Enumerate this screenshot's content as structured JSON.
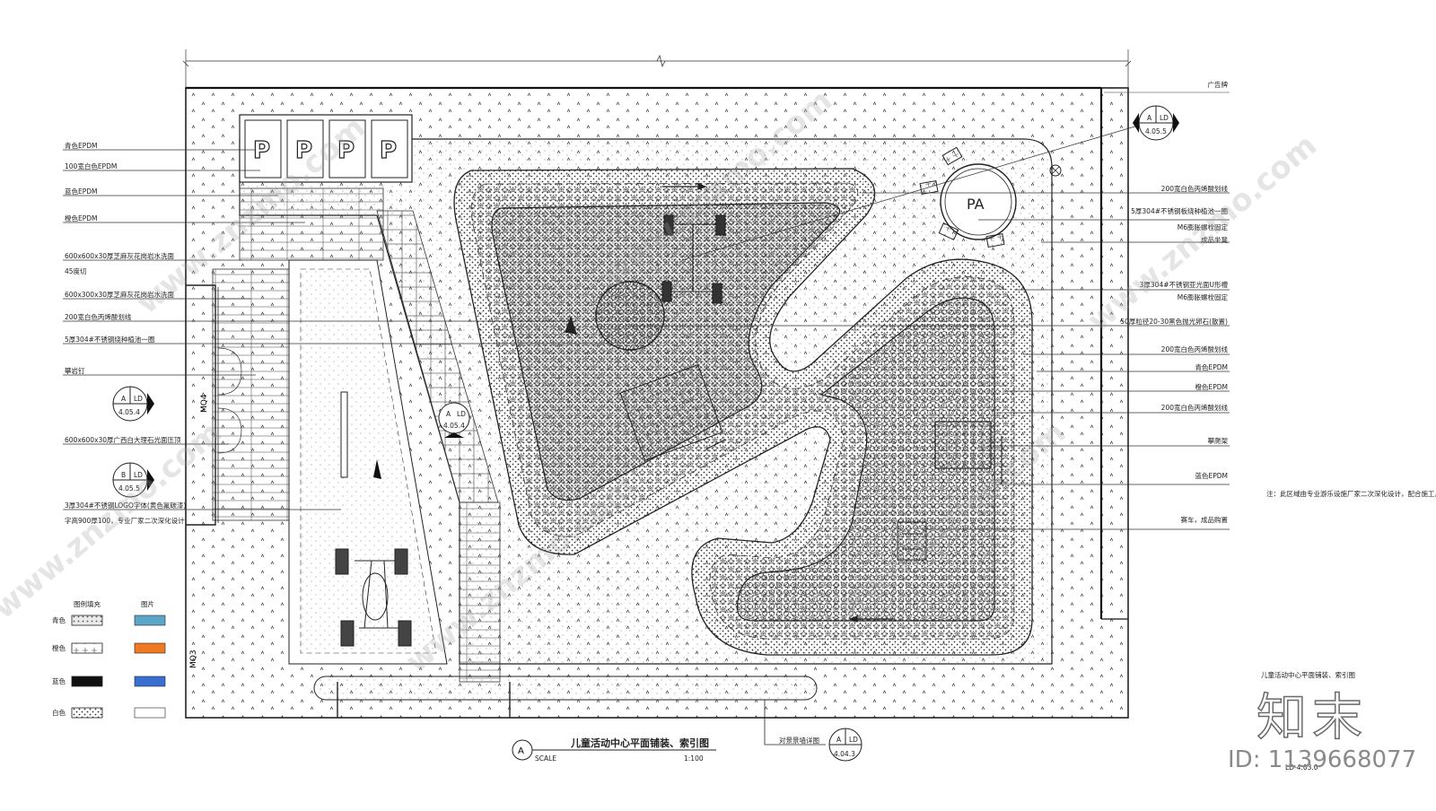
{
  "drawing": {
    "title": "儿童活动中心平面铺装、索引图",
    "scale_label": "SCALE",
    "scale_value": "1:100",
    "section_mark": "A",
    "side_title": "儿童活动中心平面铺装、索引图",
    "side_note": "注：此区域由专业游乐设施厂家二次深化设计，配合施工。",
    "sheet_ref": "LD-4.03.0",
    "billboard": "广告牌",
    "parking_glyph": "P",
    "pa_label": "PA",
    "door_labels": [
      "MQ4",
      "MQ3"
    ],
    "feature_wall_ref": "对景景墙详图"
  },
  "left_callouts": [
    "青色EPDM",
    "100宽白色EPDM",
    "蓝色EPDM",
    "橙色EPDM",
    "600x600x30厚芝麻灰花岗岩水洗面",
    "45度切",
    "600x300x30厚芝麻灰花岗岩水洗面",
    "200宽白色丙烯酸划线",
    "5厚304#不锈钢绕种植池一圈",
    "攀岩钉",
    "600x600x30厚广西白大理石光面压顶",
    "3厚304#不锈钢LOGO字体(黄色氟碳漆)",
    "字高900厚100，专业厂家二次深化设计"
  ],
  "right_callouts": [
    "200宽白色丙烯酸划线",
    "5厚304#不锈钢板绕种植池一圈",
    "M6膨胀螺栓固定",
    "成品坐凳",
    "3厚304#不锈钢亚光面U形槽",
    "M6膨胀螺栓固定",
    "50厚粒径20-30黑色抛光卵石(散置)",
    "200宽白色丙烯酸划线",
    "青色EPDM",
    "橙色EPDM",
    "200宽白色丙烯酸划线",
    "攀爬架",
    "蓝色EPDM",
    "赛车，成品购置"
  ],
  "index_symbols": [
    {
      "letter": "A",
      "code": "LD",
      "sheet": "4.05.5"
    },
    {
      "letter": "A",
      "code": "LD",
      "sheet": "4.05.4"
    },
    {
      "letter": "B",
      "code": "LD",
      "sheet": "4.05.5"
    },
    {
      "letter": "A",
      "code": "LD",
      "sheet": "4.05.4"
    },
    {
      "letter": "A",
      "code": "LD",
      "sheet": "4.04.3"
    }
  ],
  "legend": {
    "header_fill": "图例填充",
    "header_image": "图片",
    "items": [
      {
        "label": "青色",
        "swatch": "#5aa5c8"
      },
      {
        "label": "橙色",
        "swatch": "#f07a22"
      },
      {
        "label": "蓝色",
        "swatch": "#3a6fd2"
      },
      {
        "label": "白色",
        "swatch": "#ffffff"
      }
    ]
  },
  "watermark": {
    "logo_text": "知末",
    "id_text": "ID: 1139668077",
    "site_text": "www.znzmo.com"
  }
}
